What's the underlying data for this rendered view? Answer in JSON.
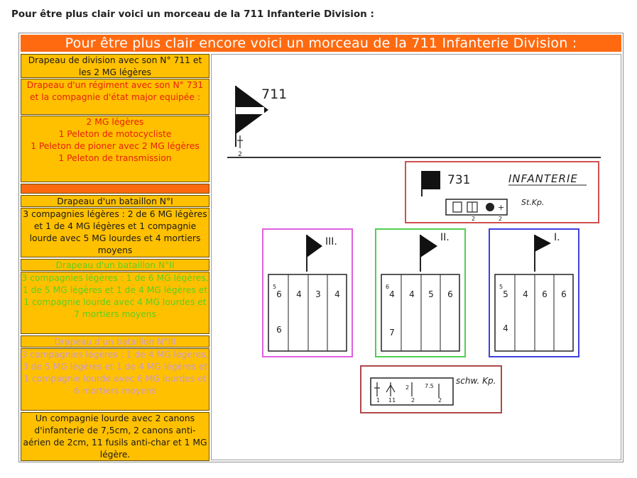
{
  "intro": "Pour être plus clair voici un morceau de la 711 Infanterie Division :",
  "banner": "Pour être plus clair encore voici un morceau de la 711 Infanterie Division :",
  "left_cells": {
    "division_flag": "Drapeau de division avec son N° 711 et les 2 MG légères",
    "regiment_flag": "Drapeau d'un régiment avec son N° 731 et la compagnie d'état major equipée :",
    "staff_items": [
      "2 MG légères",
      "1 Peleton de motocycliste",
      "1 Peleton de pioner avec 2 MG légères",
      "1 Peleton de transmission"
    ],
    "battalion1_flag": "Drapeau d'un bataillon N°I",
    "battalion1_desc": "3 compagnies légères : 2 de 6 MG légères et 1 de 4 MG légères et 1 compagnie lourde avec 5 MG lourdes et 4 mortiers moyens",
    "battalion2_flag": "Drapeau d'un bataillon N°II",
    "battalion2_desc": "3 compagnies légères : 1 de 6 MG légères, 1 de 5 MG légères et 1 de 4 MG légères et 1 compagnie lourde avec 4 MG lourdes et 7 mortiers moyens",
    "battalion3_flag": "Drapeau d'un bataillon N°III",
    "battalion3_desc": "3 compagnies légères : 1 de 4 MG légères, 3 de 5 MG légères et 1 de 4 MG légères et 1 compagnie lourde avec 6 MG lourdes et 6 mortiers moyens",
    "heavy_company": "Un compagnie lourde avec 2 canons d'infanterie de 7,5cm, 2 canons anti-aérien de 2cm, 11 fusils anti-char et 1 MG légère."
  },
  "diagram": {
    "division_number": "711",
    "division_mg": "2",
    "regiment_number": "731",
    "regiment_label": "INFANTERIE",
    "staff_label": "St.Kp.",
    "staff_counts": [
      "2",
      "2"
    ],
    "battalions": [
      {
        "numeral": "III.",
        "cols": [
          "6",
          "4",
          "3",
          "4"
        ],
        "heavy_top": "5",
        "heavy_bottom": "6",
        "color": "#e060e0"
      },
      {
        "numeral": "II.",
        "cols": [
          "4",
          "4",
          "5",
          "6"
        ],
        "heavy_top": "6",
        "heavy_bottom": "7",
        "color": "#50d050"
      },
      {
        "numeral": "I.",
        "cols": [
          "5",
          "4",
          "6",
          "6"
        ],
        "heavy_top": "5",
        "heavy_bottom": "4",
        "color": "#4040e0"
      }
    ],
    "heavy_company_label": "schw. Kp.",
    "heavy_company_counts": [
      "1",
      "11",
      "2",
      "2"
    ],
    "heavy_company_calibers": [
      "2",
      "7.5"
    ],
    "colors": {
      "regiment_box": "#d05050",
      "heavy_box": "#b04848"
    }
  }
}
